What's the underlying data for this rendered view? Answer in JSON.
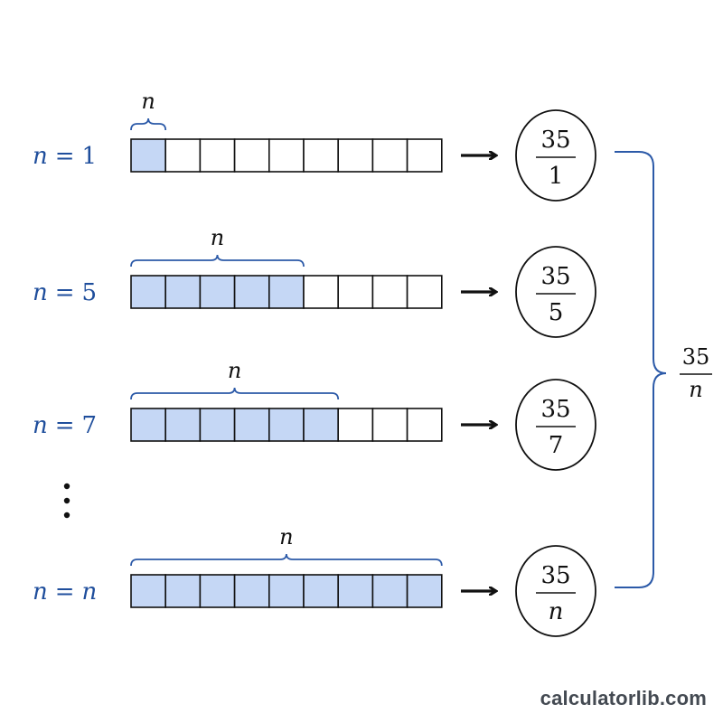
{
  "grid_columns": 9,
  "colors": {
    "accent": "#1f4e9c",
    "fill": "#c5d7f5",
    "stroke": "#111111",
    "bracket": "#2c5aa8"
  },
  "rows": [
    {
      "label_lhs": "n",
      "label_eq": "=",
      "label_rhs": "1",
      "filled": 1,
      "brace_label": "n",
      "numerator": "35",
      "denominator": "1"
    },
    {
      "label_lhs": "n",
      "label_eq": "=",
      "label_rhs": "5",
      "filled": 5,
      "brace_label": "n",
      "numerator": "35",
      "denominator": "5"
    },
    {
      "label_lhs": "n",
      "label_eq": "=",
      "label_rhs": "7",
      "filled": 6,
      "brace_label": "n",
      "numerator": "35",
      "denominator": "7"
    },
    {
      "label_lhs": "n",
      "label_eq": "=",
      "label_rhs": "n",
      "filled": 9,
      "brace_label": "n",
      "numerator": "35",
      "denominator": "n"
    }
  ],
  "arrow_icon": "right-arrow-icon",
  "ellipsis_icon": "vertical-ellipsis-icon",
  "result": {
    "numerator": "35",
    "denominator": "n"
  },
  "watermark": "calculatorlib.com"
}
